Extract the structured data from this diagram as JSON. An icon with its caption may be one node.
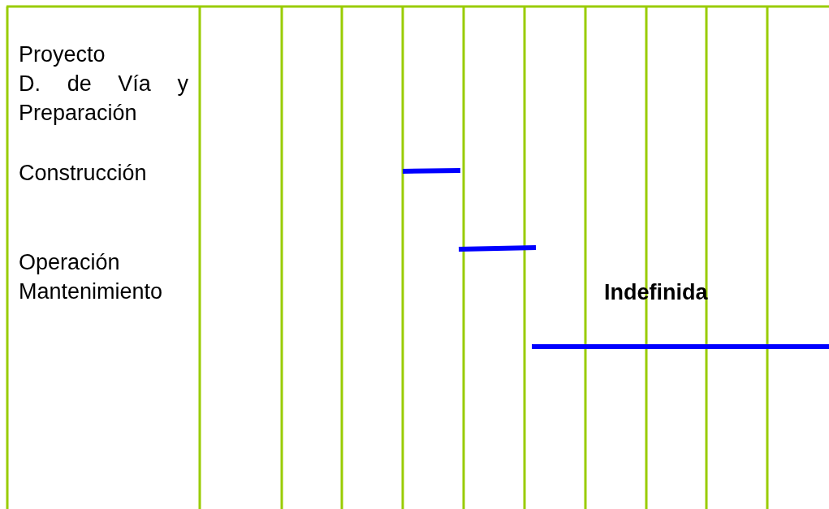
{
  "diagram": {
    "labels": [
      "Proyecto D. de Vía y Preparación",
      "Construcción",
      "Operación Mantenimiento",
      "Indefinida"
    ]
  }
}
